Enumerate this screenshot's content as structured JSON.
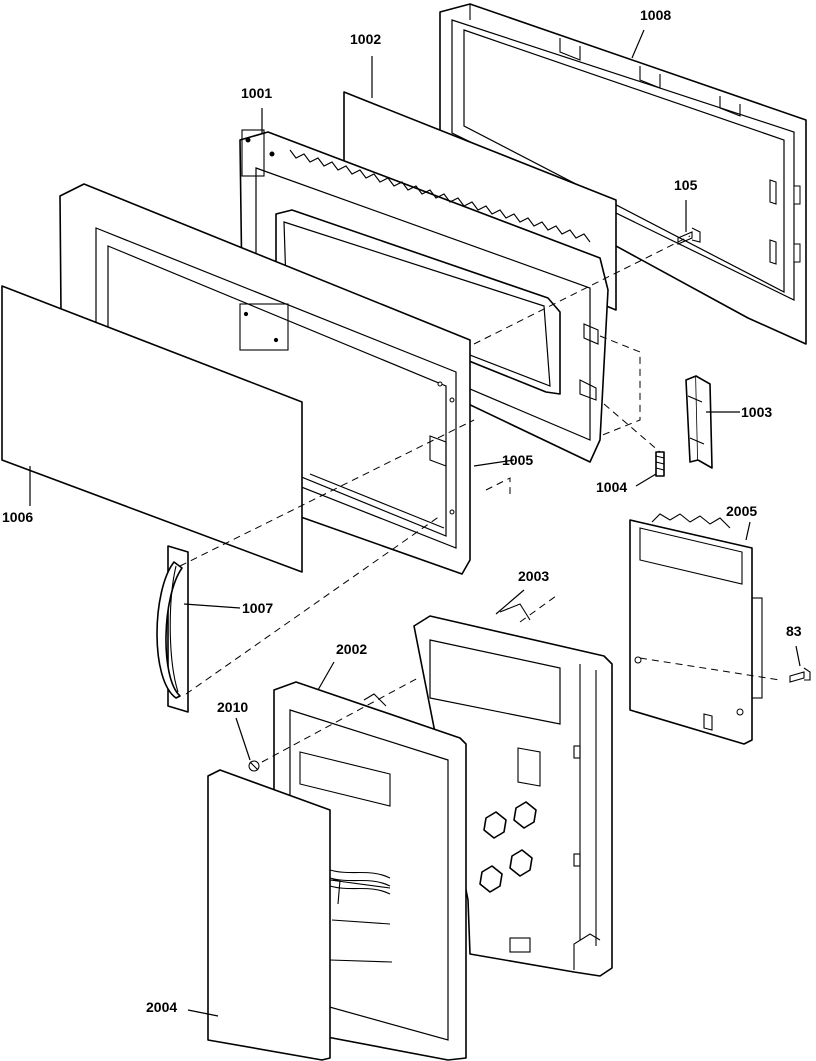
{
  "diagram": {
    "parts": [
      {
        "key": "p1001",
        "label": "1001"
      },
      {
        "key": "p1002",
        "label": "1002"
      },
      {
        "key": "p1003",
        "label": "1003"
      },
      {
        "key": "p1004",
        "label": "1004"
      },
      {
        "key": "p1005",
        "label": "1005"
      },
      {
        "key": "p1006",
        "label": "1006"
      },
      {
        "key": "p1007",
        "label": "1007"
      },
      {
        "key": "p1008",
        "label": "1008"
      },
      {
        "key": "p105",
        "label": "105"
      },
      {
        "key": "p2002",
        "label": "2002"
      },
      {
        "key": "p2003",
        "label": "2003"
      },
      {
        "key": "p2004",
        "label": "2004"
      },
      {
        "key": "p2005",
        "label": "2005"
      },
      {
        "key": "p2010",
        "label": "2010"
      },
      {
        "key": "p83",
        "label": "83"
      }
    ]
  }
}
